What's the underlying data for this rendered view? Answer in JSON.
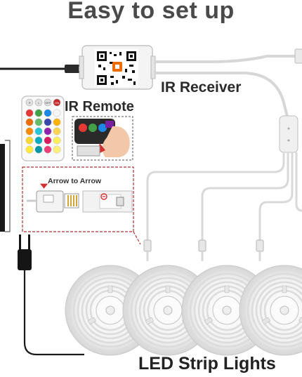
{
  "header": {
    "title": "Easy to set up"
  },
  "labels": {
    "ir_receiver": "IR Receiver",
    "ir_remote": "IR Remote",
    "arrow_to_arrow": "Arrow to  Arrow",
    "led_strip_lights": "LED Strip Lights"
  },
  "remote": {
    "top_keys": [
      "☀",
      "☼",
      "OFF",
      "ON"
    ],
    "color_rows": [
      [
        "#e53935",
        "#43a047",
        "#1e88e5",
        "#f5f5f5"
      ],
      [
        "#ef6c00",
        "#66bb6a",
        "#3949ab",
        "#ffb300"
      ],
      [
        "#fb8c00",
        "#26c6da",
        "#8e24aa",
        "#ffd54f"
      ],
      [
        "#fdd835",
        "#00acc1",
        "#d81b60",
        "#ffee58"
      ],
      [
        "#ffeb3b",
        "#0097a7",
        "#ec407a",
        "#fff176"
      ]
    ]
  },
  "colors": {
    "cable": "#d9d9d9",
    "outline": "#9a9a9a",
    "dashed_box": "#b03030",
    "accent_red": "#d32f2f"
  }
}
